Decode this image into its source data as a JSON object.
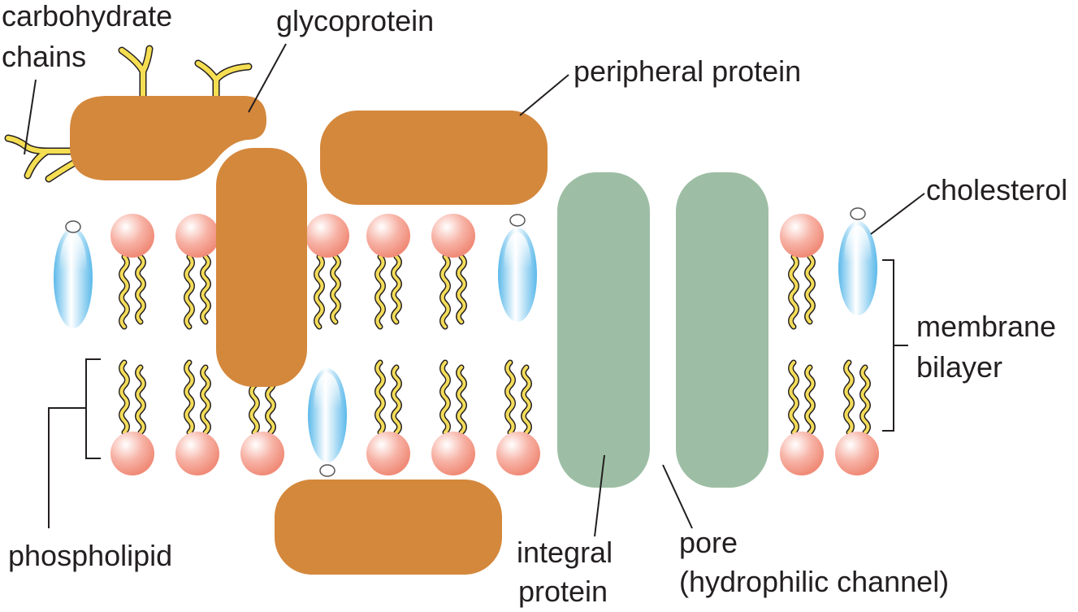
{
  "labels": {
    "carbohydrate_chains": [
      "carbohydrate",
      "chains"
    ],
    "glycoprotein": "glycoprotein",
    "peripheral_protein": "peripheral protein",
    "cholesterol": "cholesterol",
    "membrane_bilayer": [
      "membrane",
      "bilayer"
    ],
    "phospholipid": "phospholipid",
    "integral_protein": [
      "integral",
      "protein"
    ],
    "pore": [
      "pore",
      "(hydrophilic channel)"
    ]
  },
  "colors": {
    "background": "#ffffff",
    "text": "#231f20",
    "leader_line": "#231f20",
    "protein_brown": "#d4883c",
    "integral_protein_green": "#9dbea4",
    "phosphate_head": "#f29a8a",
    "fatty_acid_tail": "#f3dc5a",
    "tail_outline": "#231f20",
    "cholesterol_blue": "#6cc3ee",
    "carbohydrate_yellow": "#f5de52"
  },
  "icons": {
    "phospholipid": "phospholipid-icon",
    "cholesterol": "cholesterol-icon",
    "carbohydrate": "carbohydrate-chain-icon"
  }
}
